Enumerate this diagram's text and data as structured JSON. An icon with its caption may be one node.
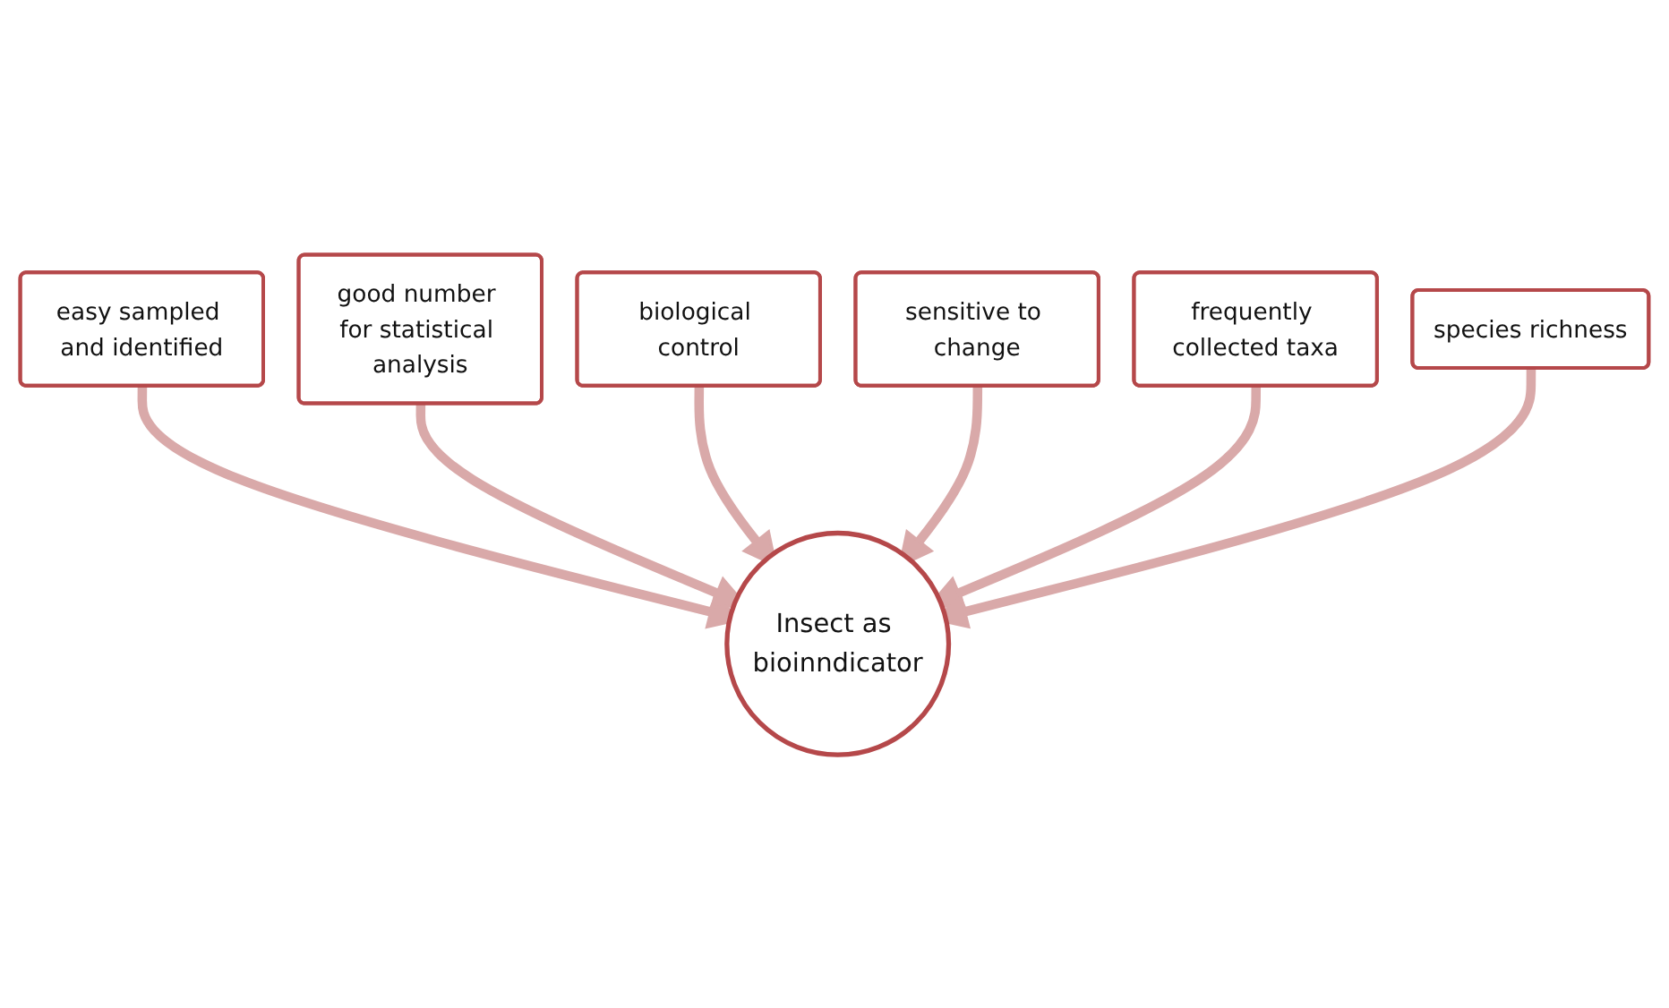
{
  "diagram": {
    "nodes": [
      {
        "text": [
          "easy sampled and identified"
        ]
      },
      {
        "text": [
          "good number for statistical analysis"
        ]
      },
      {
        "text": [
          "biological control"
        ]
      },
      {
        "text": [
          "sensitive to change"
        ]
      },
      {
        "text": [
          "frequently collected taxa"
        ]
      },
      {
        "text": [
          "Insect as bioinndicator"
        ]
      },
      {
        "text": [
          "species richness"
        ]
      }
    ],
    "edges": [
      {
        "from": 0,
        "to": 5,
        "arrow": "to"
      },
      {
        "from": 1,
        "to": 5,
        "arrow": "to"
      },
      {
        "from": 2,
        "to": 5,
        "arrow": "to"
      },
      {
        "from": 3,
        "to": 5,
        "arrow": "to"
      },
      {
        "from": 4,
        "to": 5,
        "arrow": "to"
      },
      {
        "from": 6,
        "to": 5,
        "arrow": "to"
      }
    ]
  }
}
